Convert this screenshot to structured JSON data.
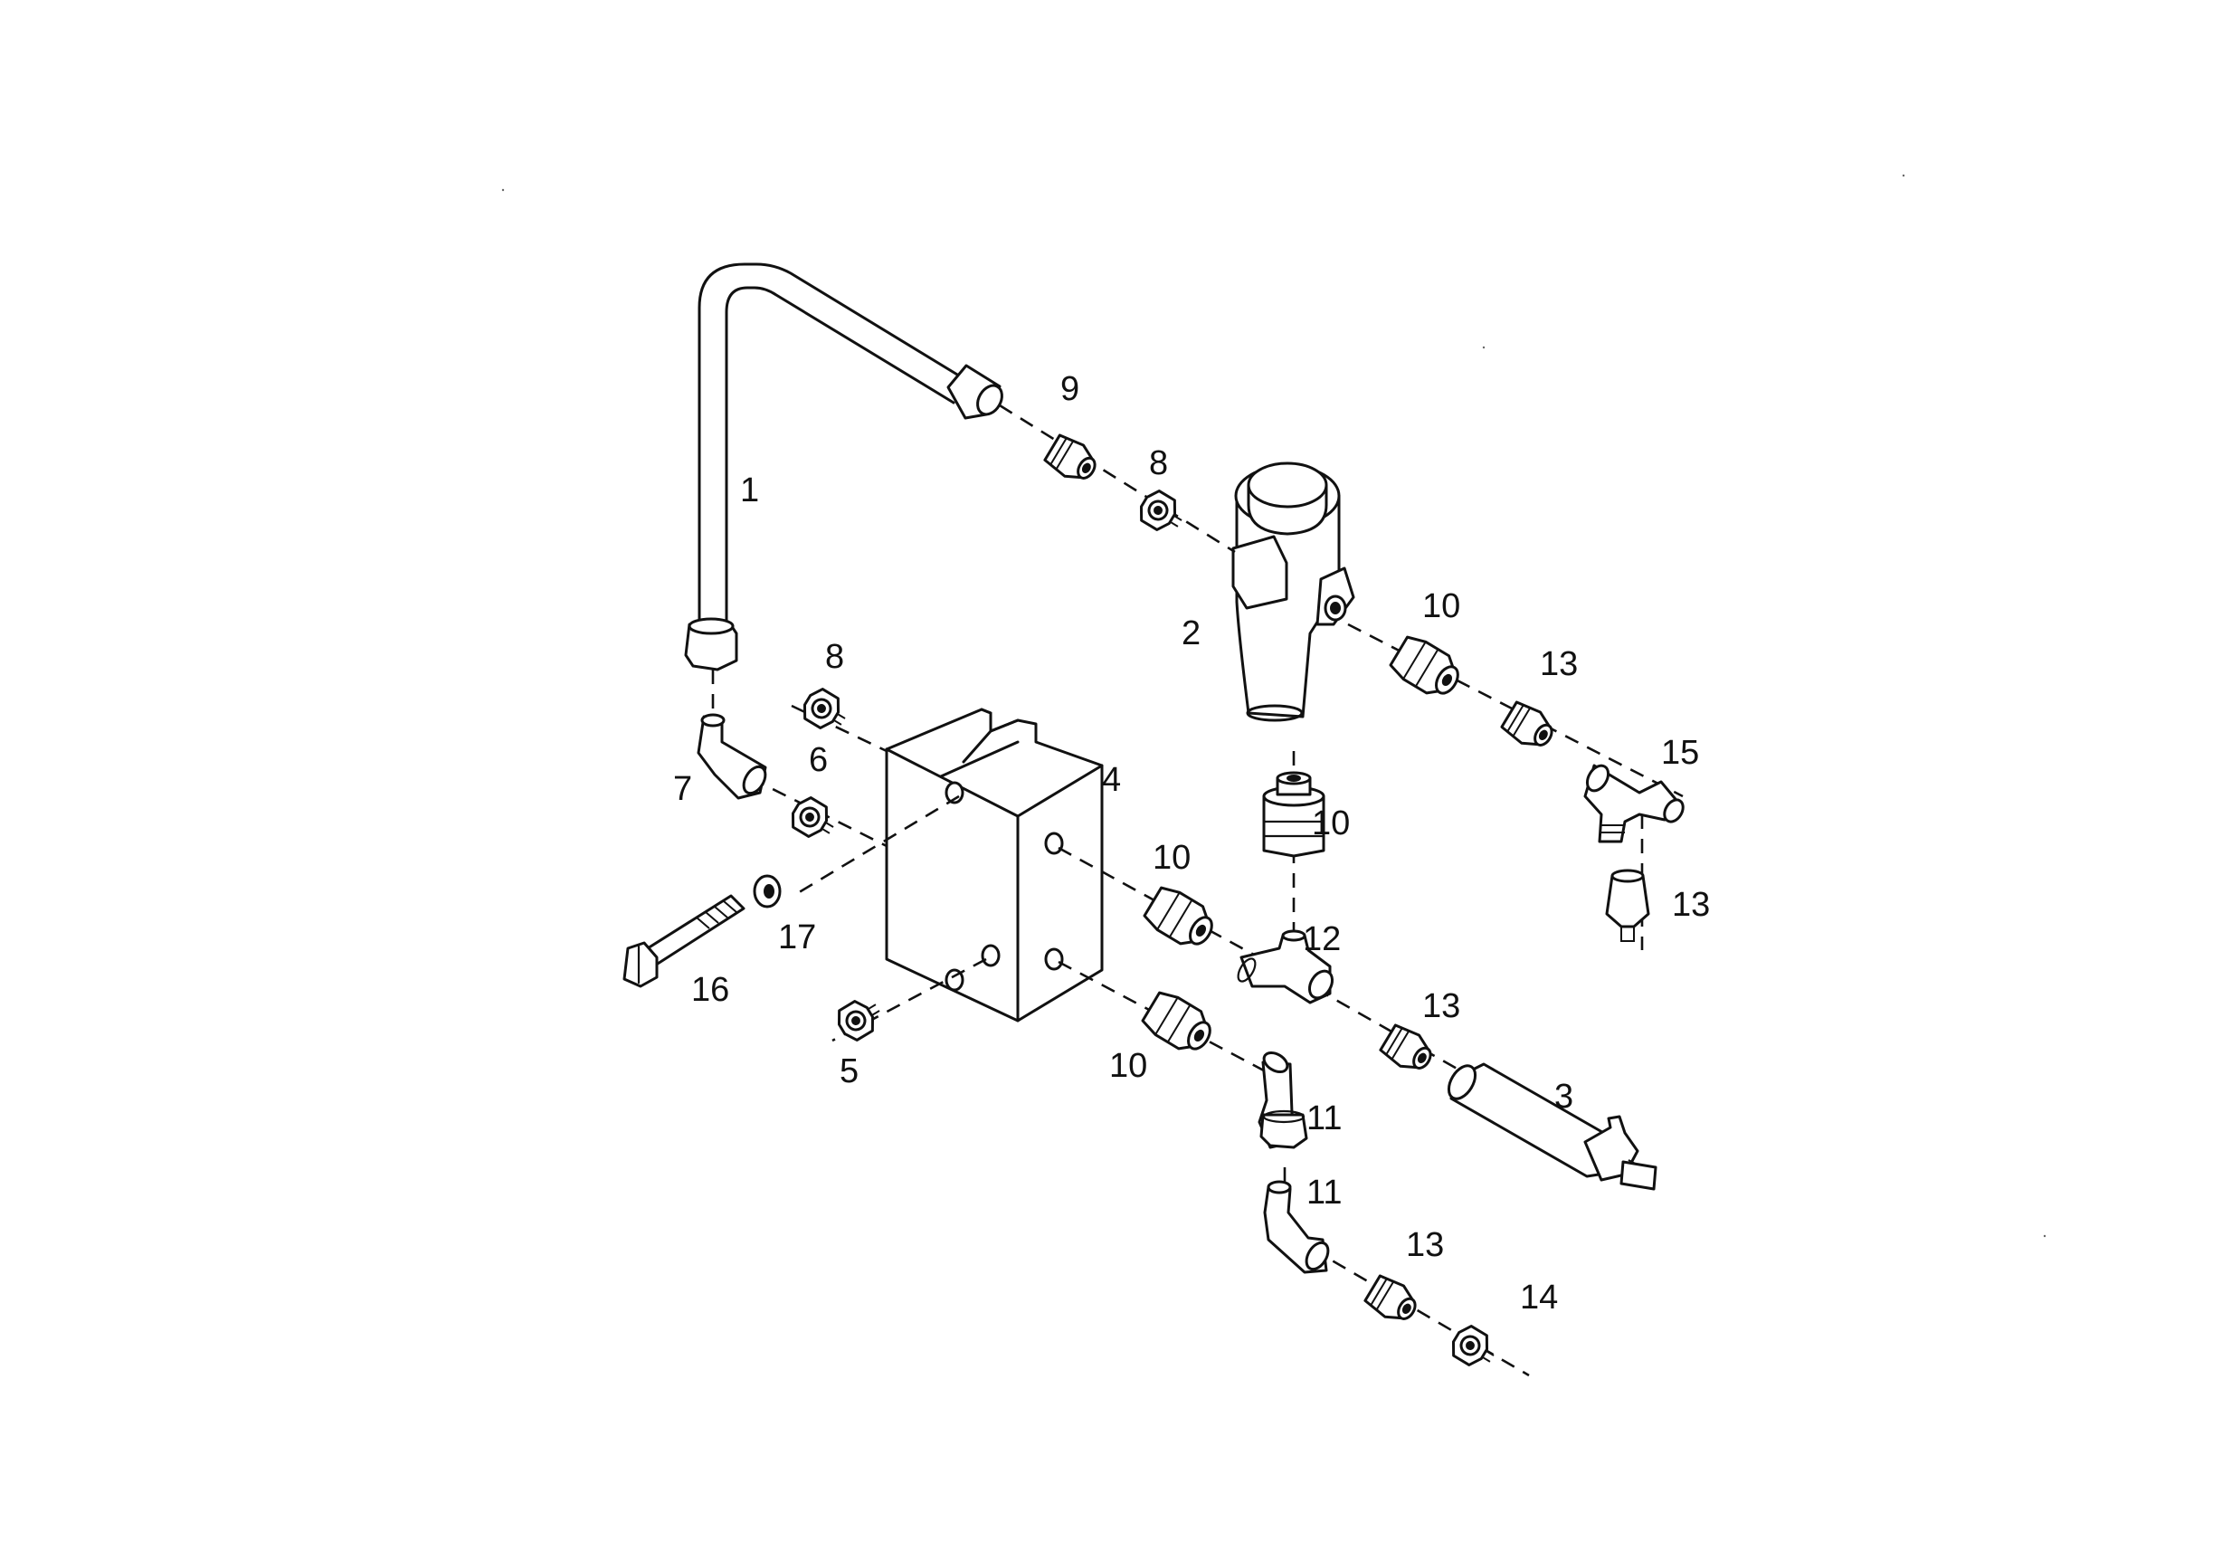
{
  "callouts": {
    "c1": "1",
    "c2": "2",
    "c3": "3",
    "c4": "4",
    "c5": "5",
    "c6": "6",
    "c7": "7",
    "c8a": "8",
    "c8b": "8",
    "c9": "9",
    "c10a": "10",
    "c10b": "10",
    "c10c": "10",
    "c10d": "10",
    "c11a": "11",
    "c11b": "11",
    "c12": "12",
    "c13a": "13",
    "c13b": "13",
    "c13c": "13",
    "c13d": "13",
    "c14": "14",
    "c15": "15",
    "c16": "16",
    "c17": "17"
  }
}
